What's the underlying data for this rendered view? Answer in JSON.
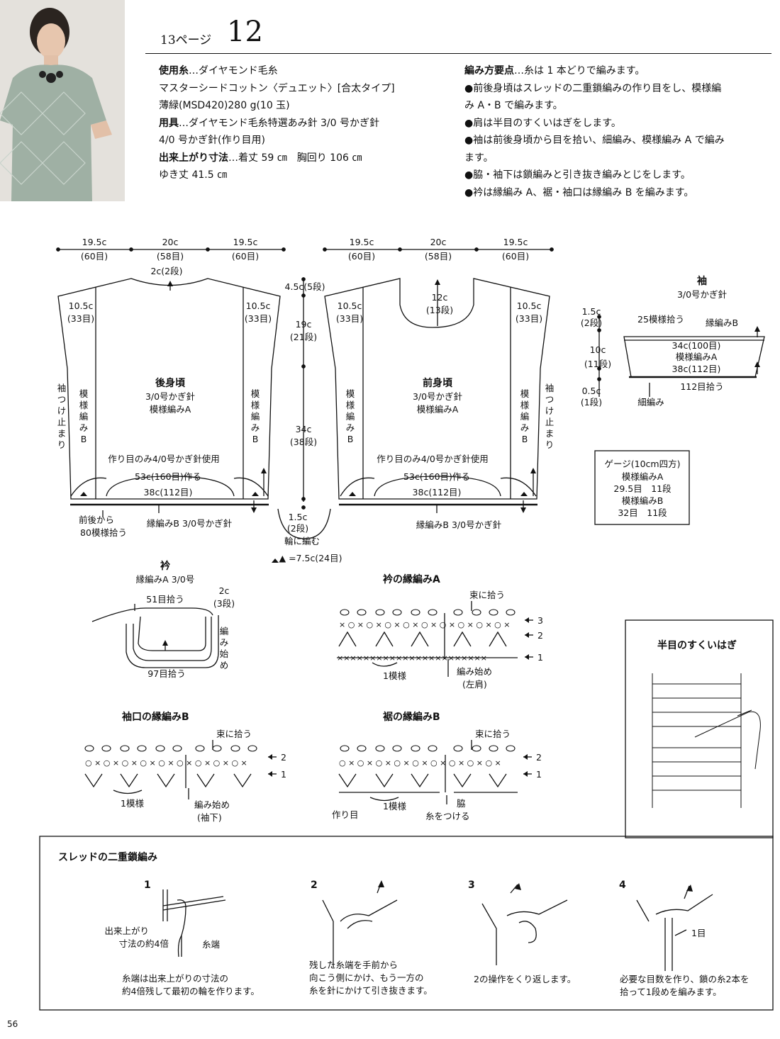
{
  "header": {
    "page_ref": "13ページ",
    "pattern_no": "12"
  },
  "photo": {
    "alt": "model-photo"
  },
  "materials": [
    {
      "label": "使用糸",
      "text": "…ダイヤモンド毛糸"
    },
    {
      "label": "",
      "text": "マスターシードコットン〈デュエット〉[合太タイプ]"
    },
    {
      "label": "",
      "text": "薄緑(MSD420)280 g(10 玉)"
    },
    {
      "label": "用具",
      "text": "…ダイヤモンド毛糸特選あみ針 3/0 号かぎ針"
    },
    {
      "label": "",
      "text": "4/0 号かぎ針(作り目用)"
    },
    {
      "label": "出来上がり寸法",
      "text": "…着丈 59 ㎝　胸回り 106 ㎝"
    },
    {
      "label": "",
      "text": "ゆき丈 41.5 ㎝"
    }
  ],
  "points": [
    {
      "label": "編み方要点",
      "text": "…糸は 1 本どりで編みます。"
    },
    {
      "label": "",
      "text": "●前後身頃はスレッドの二重鎖編みの作り目をし、模様編"
    },
    {
      "label": "",
      "text": "み A・B で編みます。"
    },
    {
      "label": "",
      "text": "●肩は半目のすくいはぎをします。"
    },
    {
      "label": "",
      "text": "●袖は前後身頃から目を拾い、細編み、模様編み A で編み"
    },
    {
      "label": "",
      "text": "ます。"
    },
    {
      "label": "",
      "text": "●脇・袖下は鎖編みと引き抜き編みとじをします。"
    },
    {
      "label": "",
      "text": "●衿は縁編み A、裾・袖口は縁編み B を編みます。"
    }
  ],
  "back": {
    "top_dims": [
      "19.5c",
      "20c",
      "19.5c"
    ],
    "top_counts": [
      "(60目)",
      "(58目)",
      "(60目)"
    ],
    "neck": "2c(2段)",
    "shoulder_l": "10.5c",
    "shoulder_l_c": "(33目)",
    "shoulder_r": "10.5c",
    "shoulder_r_c": "(33目)",
    "title": "後身頃",
    "hook": "3/0号かぎ針",
    "pattern": "模様編みA",
    "side_l": "模様編みB",
    "side_r": "模様編みB",
    "sleeve_mark": "袖つけ止まり",
    "cast_note": "作り目のみ4/0号かぎ針使用",
    "cast": "53c(160目)作る",
    "hem_w": "38c(112目)",
    "pickup": "前後から",
    "pickup2": "80模様拾う",
    "border": "縁編みB 3/0号かぎ針"
  },
  "vertical": {
    "v1": "4.5c(5段)",
    "v2": "19c",
    "v2c": "(21段)",
    "v3": "34c",
    "v3c": "(38段)",
    "v4": "1.5c",
    "v4c": "(2段)",
    "round": "輪に編む",
    "legend": "▲ =7.5c(24目)"
  },
  "front": {
    "top_dims": [
      "19.5c",
      "20c",
      "19.5c"
    ],
    "top_counts": [
      "(60目)",
      "(58目)",
      "(60目)"
    ],
    "neck": "12c",
    "neck_c": "(13段)",
    "shoulder_l": "10.5c",
    "shoulder_l_c": "(33目)",
    "shoulder_r": "10.5c",
    "shoulder_r_c": "(33目)",
    "title": "前身頃",
    "hook": "3/0号かぎ針",
    "pattern": "模様編みA",
    "side_l": "模様編みB",
    "side_r": "模様編みB",
    "sleeve_mark": "袖つけ止まり",
    "cast_note": "作り目のみ4/0号かぎ針使用",
    "cast": "53c(160目)作る",
    "hem_w": "38c(112目)",
    "border": "縁編みB 3/0号かぎ針"
  },
  "sleeve": {
    "title": "袖",
    "hook": "3/0号かぎ針",
    "d1": "1.5c",
    "d1c": "(2段)",
    "d2": "10c",
    "d2c": "(11段)",
    "d3": "0.5c",
    "d3c": "(1段)",
    "pick25": "25模様拾う",
    "edge": "縁編みB",
    "w1": "34c(100目)",
    "pat": "模様編みA",
    "w2": "38c(112目)",
    "pick112": "112目拾う",
    "sc": "細編み"
  },
  "gauge": {
    "title": "ゲージ(10cm四方)",
    "l1": "模様編みA",
    "l2": "29.5目　11段",
    "l3": "模様編みB",
    "l4": "32目　11段"
  },
  "collar": {
    "title": "衿",
    "sub": "縁編みA 3/0号",
    "top": "51目拾う",
    "h": "2c",
    "hc": "(3段)",
    "start": "編み始め",
    "bottom": "97目拾う"
  },
  "edgeA": {
    "title": "衿の縁編みA",
    "bundle": "束に拾う",
    "r3": "3",
    "r2": "2",
    "r1": "1",
    "rep": "1模様",
    "start": "編み始め",
    "startc": "(左肩)"
  },
  "cuffB": {
    "title": "袖口の縁編みB",
    "bundle": "束に拾う",
    "r2": "2",
    "r1": "1",
    "rep": "1模様",
    "start": "編み始め",
    "startc": "(袖下)"
  },
  "hemB": {
    "title": "裾の縁編みB",
    "bundle": "束に拾う",
    "r2": "2",
    "r1": "1",
    "rep": "1模様",
    "cast": "作り目",
    "side": "脇",
    "join": "糸をつける"
  },
  "seam": {
    "title": "半目のすくいはぎ"
  },
  "thread": {
    "title": "スレッドの二重鎖編み",
    "steps": [
      {
        "n": "1",
        "l1": "出来上がり",
        "l2": "寸法の約4倍",
        "l3": "糸端",
        "c1": "糸端は出来上がりの寸法の",
        "c2": "約4倍残して最初の輪を作ります。"
      },
      {
        "n": "2",
        "c1": "残した糸端を手前から",
        "c2": "向こう側にかけ、もう一方の",
        "c3": "糸を針にかけて引き抜きます。"
      },
      {
        "n": "3",
        "c1": "2の操作をくり返します。"
      },
      {
        "n": "4",
        "l1": "1目",
        "c1": "必要な目数を作り、鎖の糸2本を",
        "c2": "拾って1段めを編みます。"
      }
    ]
  },
  "footer": {
    "page": "56"
  }
}
